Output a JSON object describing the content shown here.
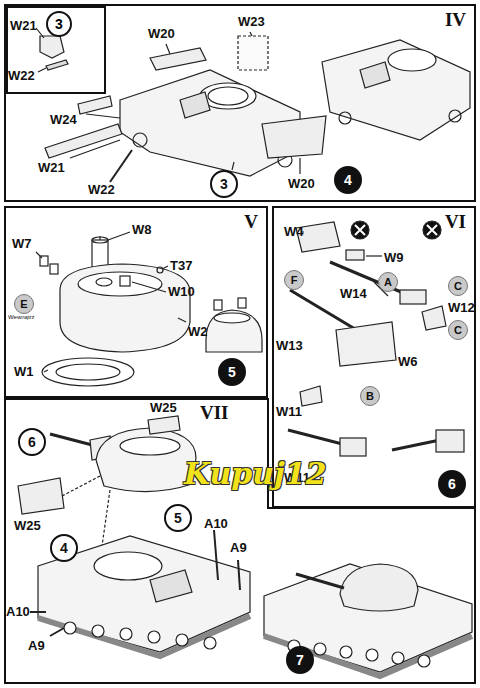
{
  "diagram": {
    "nodes": [
      {
        "text": [
          "IV"
        ]
      },
      {
        "text": [
          "3"
        ],
        "in": 0
      },
      {
        "text": [
          "3"
        ],
        "in": 0
      },
      {
        "text": [
          "4"
        ],
        "in": 0
      },
      {
        "text": [
          "V"
        ]
      },
      {
        "text": [
          "5"
        ],
        "in": 4
      },
      {
        "text": [
          "VI"
        ]
      },
      {
        "text": [
          "6"
        ],
        "in": 6
      },
      {
        "text": [
          "VII"
        ]
      },
      {
        "text": [
          "6"
        ],
        "in": 8
      },
      {
        "text": [
          "5"
        ],
        "in": 8
      },
      {
        "text": [
          "4"
        ],
        "in": 8
      },
      {
        "text": [
          "7"
        ],
        "in": 8
      }
    ],
    "labels": [
      "W21",
      "W22",
      "W20",
      "W23",
      "W24",
      "W21",
      "W22",
      "W20",
      "W7",
      "W8",
      "T37",
      "W10",
      "W2",
      "E",
      "Wewnątrz",
      "W1",
      "W4",
      "W9",
      "A",
      "W14",
      "C",
      "W12",
      "F",
      "W13",
      "W6",
      "B",
      "W11",
      "W11",
      "C",
      "W25",
      "W25",
      "Kupuj12",
      "A10",
      "A9",
      "A10",
      "A9"
    ]
  }
}
